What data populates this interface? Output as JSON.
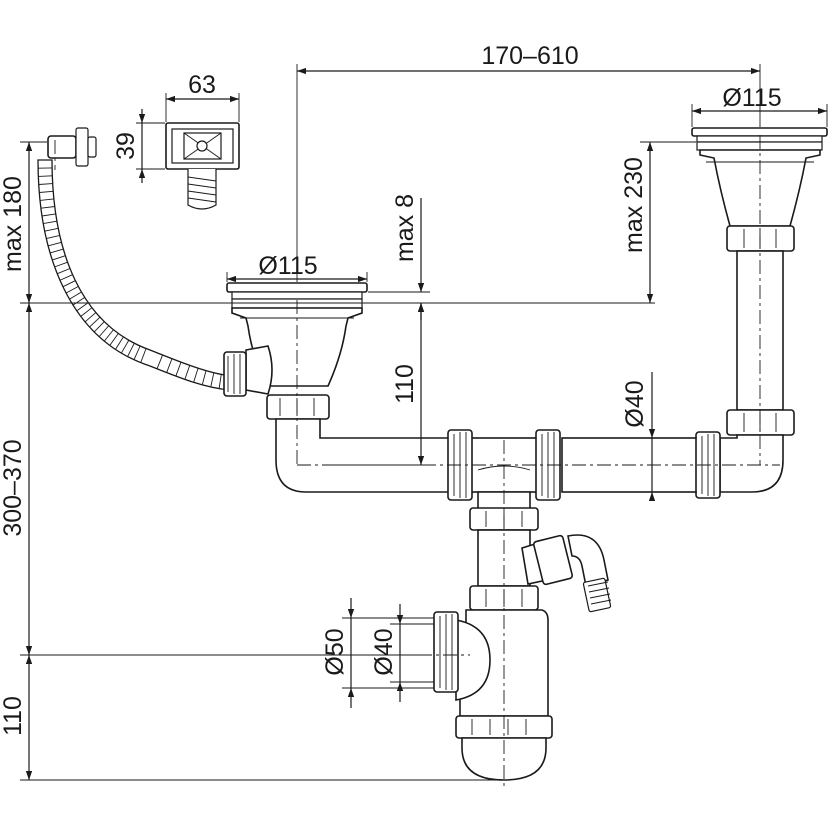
{
  "dimensions": {
    "overflow_width": "63",
    "overflow_height": "39",
    "distance_between_bowls": "170–610",
    "right_strainer_diameter": "Ø115",
    "left_strainer_diameter": "Ø115",
    "hose_height": "max 180",
    "strainer_rim": "max 8",
    "right_drop": "max 230",
    "left_drop": "110",
    "pipe_diameter": "Ø40",
    "total_height": "300–370",
    "trap_outer_diameter": "Ø50",
    "trap_inner_diameter": "Ø40",
    "trap_bottom": "110"
  }
}
